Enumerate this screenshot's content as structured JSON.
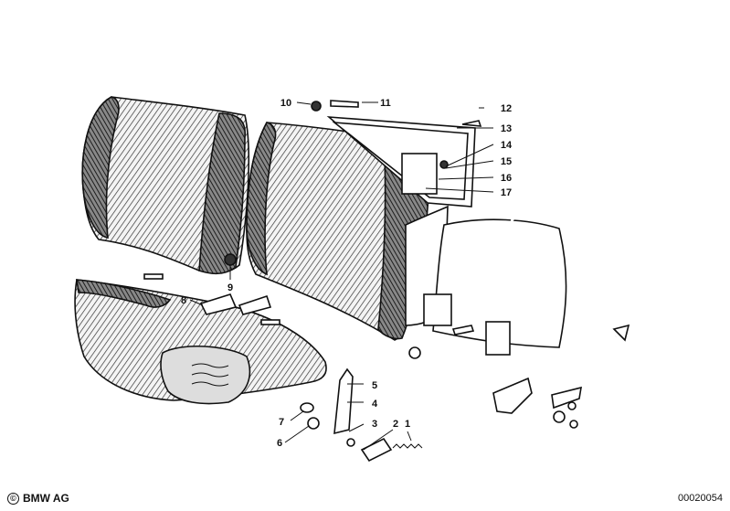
{
  "diagram": {
    "callouts": [
      {
        "id": "c1",
        "label": "1"
      },
      {
        "id": "c2",
        "label": "2"
      },
      {
        "id": "c3",
        "label": "3"
      },
      {
        "id": "c4",
        "label": "4"
      },
      {
        "id": "c5",
        "label": "5"
      },
      {
        "id": "c6",
        "label": "6"
      },
      {
        "id": "c7",
        "label": "7"
      },
      {
        "id": "c8",
        "label": "8"
      },
      {
        "id": "c9",
        "label": "9"
      },
      {
        "id": "c10",
        "label": "10"
      },
      {
        "id": "c11",
        "label": "11"
      },
      {
        "id": "c12",
        "label": "12"
      },
      {
        "id": "c13",
        "label": "13"
      },
      {
        "id": "c14",
        "label": "14"
      },
      {
        "id": "c15",
        "label": "15"
      },
      {
        "id": "c16",
        "label": "16"
      },
      {
        "id": "c17",
        "label": "17"
      }
    ]
  },
  "footer": {
    "copyright_symbol": "©",
    "brand": "BMW AG",
    "image_number": "00020054"
  }
}
